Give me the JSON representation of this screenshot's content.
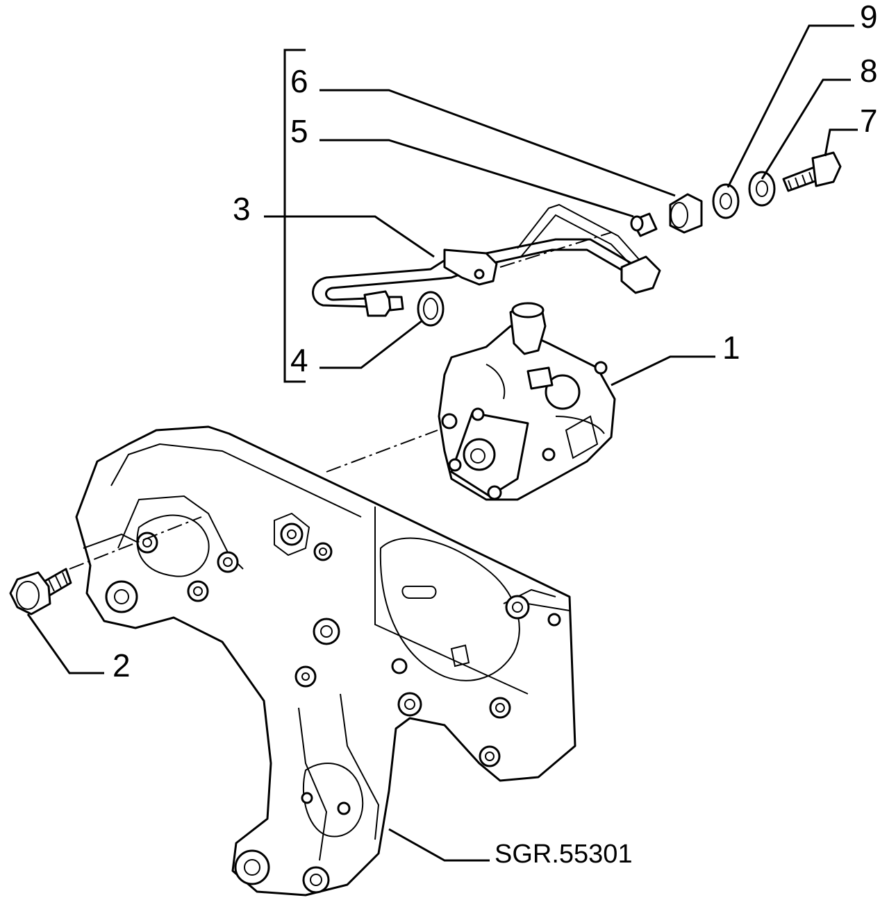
{
  "diagram": {
    "reference_code": "SGR.55301",
    "callouts": [
      {
        "id": "c1",
        "label": "1",
        "part": "power-steering-pump"
      },
      {
        "id": "c2",
        "label": "2",
        "part": "mounting-bolt"
      },
      {
        "id": "c3",
        "label": "3",
        "part": "pipe-assembly"
      },
      {
        "id": "c4",
        "label": "4",
        "part": "o-ring"
      },
      {
        "id": "c5",
        "label": "5",
        "part": "union-sleeve"
      },
      {
        "id": "c6",
        "label": "6",
        "part": "union-nut"
      },
      {
        "id": "c7",
        "label": "7",
        "part": "banjo-bolt"
      },
      {
        "id": "c8",
        "label": "8",
        "part": "sealing-washer"
      },
      {
        "id": "c9",
        "label": "9",
        "part": "sealing-washer"
      }
    ]
  }
}
